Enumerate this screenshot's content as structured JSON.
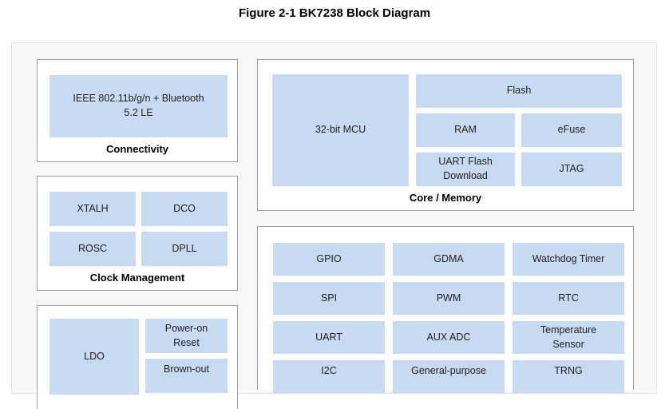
{
  "title": "Figure 2-1 BK7238 Block Diagram",
  "colors": {
    "block_fill": "#c8daf1",
    "section_border": "#9e9e9e",
    "canvas_fill": "#f7f7f7",
    "text": "#212121"
  },
  "sections": {
    "connectivity": {
      "label": "Connectivity",
      "blocks": [
        "IEEE 802.11b/g/n + Bluetooth\n5.2 LE"
      ]
    },
    "clock_management": {
      "label": "Clock Management",
      "blocks": [
        "XTALH",
        "DCO",
        "ROSC",
        "DPLL"
      ]
    },
    "power": {
      "blocks": [
        "LDO",
        "Power-on\nReset",
        "Brown-out"
      ]
    },
    "core_memory": {
      "label": "Core / Memory",
      "blocks": [
        "32-bit MCU",
        "Flash",
        "RAM",
        "eFuse",
        "UART Flash\nDownload",
        "JTAG"
      ]
    },
    "peripherals": {
      "blocks": [
        "GPIO",
        "GDMA",
        "Watchdog Timer",
        "SPI",
        "PWM",
        "RTC",
        "UART",
        "AUX ADC",
        "Temperature\nSensor",
        "I2C",
        "General-purpose",
        "TRNG"
      ]
    }
  }
}
